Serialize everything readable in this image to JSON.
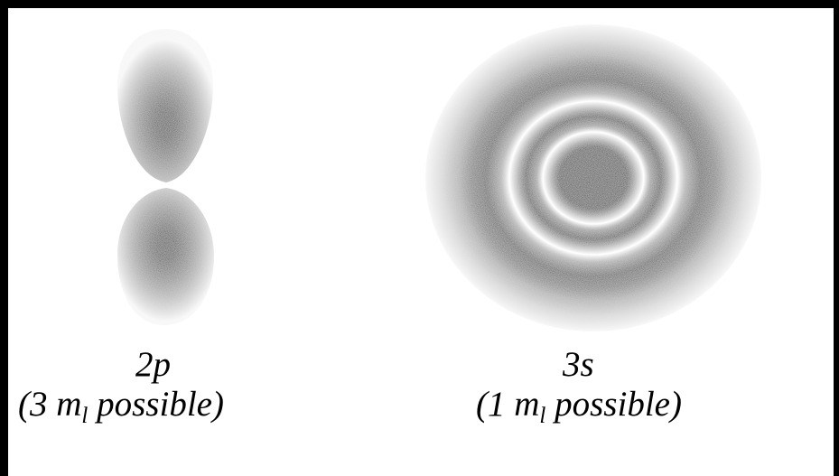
{
  "orbitals": [
    {
      "id": "2p",
      "name": "2p",
      "caption_open": "(3 ",
      "caption_m": "m",
      "caption_sub": "l",
      "caption_rest": " possible)"
    },
    {
      "id": "3s",
      "name": "3s",
      "caption_open": "(1 ",
      "caption_m": "m",
      "caption_sub": "l",
      "caption_rest": " possible)"
    }
  ],
  "colors": {
    "frame": "#000000",
    "background": "#ffffff",
    "density": "#000000"
  }
}
